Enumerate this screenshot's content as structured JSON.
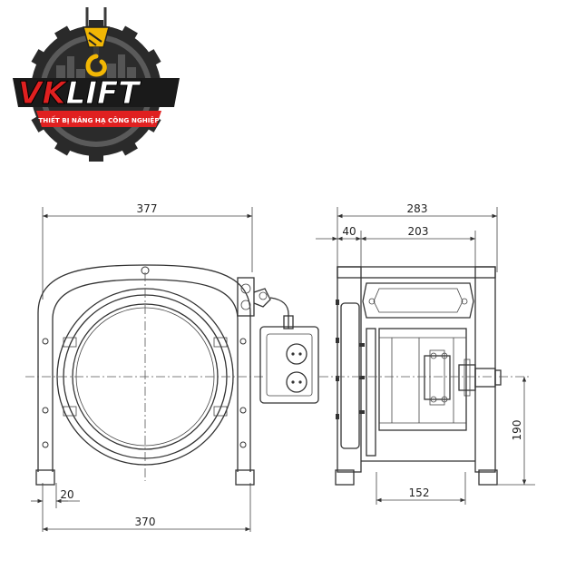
{
  "logo": {
    "brand": "VKLIFT",
    "tagline": "THIẾT BỊ NÂNG HẠ CÔNG NGHIỆP"
  },
  "front_view": {
    "width_top": "377",
    "width_bottom": "370",
    "leg_width": "20"
  },
  "side_view": {
    "overall_width": "283",
    "offset": "40",
    "frame_width": "203",
    "base_width": "152",
    "axle_height": "190"
  },
  "colors": {
    "logo_bg": "#1a1a1a",
    "logo_red": "#e02020",
    "logo_gold": "#f2b705",
    "drawing_line": "#333333"
  }
}
